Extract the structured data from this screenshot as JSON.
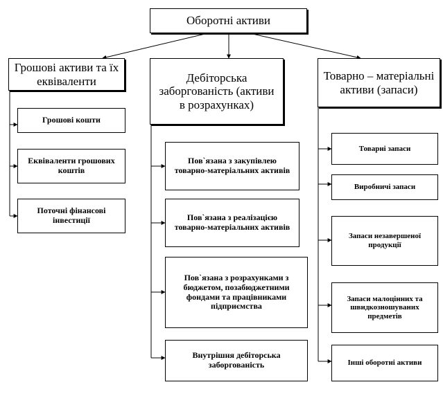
{
  "root": {
    "label": "Оборотні активи"
  },
  "categories": [
    {
      "label": "Грошові активи та їх еквіваленти"
    },
    {
      "label": "Дебіторська заборгованість (активи в розрахунках)"
    },
    {
      "label": "Товарно – матеріальні активи (запаси)"
    }
  ],
  "cash_items": [
    {
      "label": "Грошові кошти"
    },
    {
      "label": "Еквіваленти грошових коштів"
    },
    {
      "label": "Поточні фінансові інвестиції"
    }
  ],
  "receivable_items": [
    {
      "label": "Пов`язана з закупівлею товарно-матеріальних активів"
    },
    {
      "label": "Пов`язана з реалізацією товарно-матеріальних активів"
    },
    {
      "label": "Пов`язана з розрахунками з бюджетом, позабюджетними фондами та працівниками підприємства"
    },
    {
      "label": "Внутрішня дебіторська заборгованість"
    }
  ],
  "inventory_items": [
    {
      "label": "Товарні запаси"
    },
    {
      "label": "Виробничі запаси"
    },
    {
      "label": "Запаси незавершеної продукції"
    },
    {
      "label": "Запаси малоцінних та швидкозношуваних предметів"
    },
    {
      "label": "Інші оборотні активи"
    }
  ]
}
